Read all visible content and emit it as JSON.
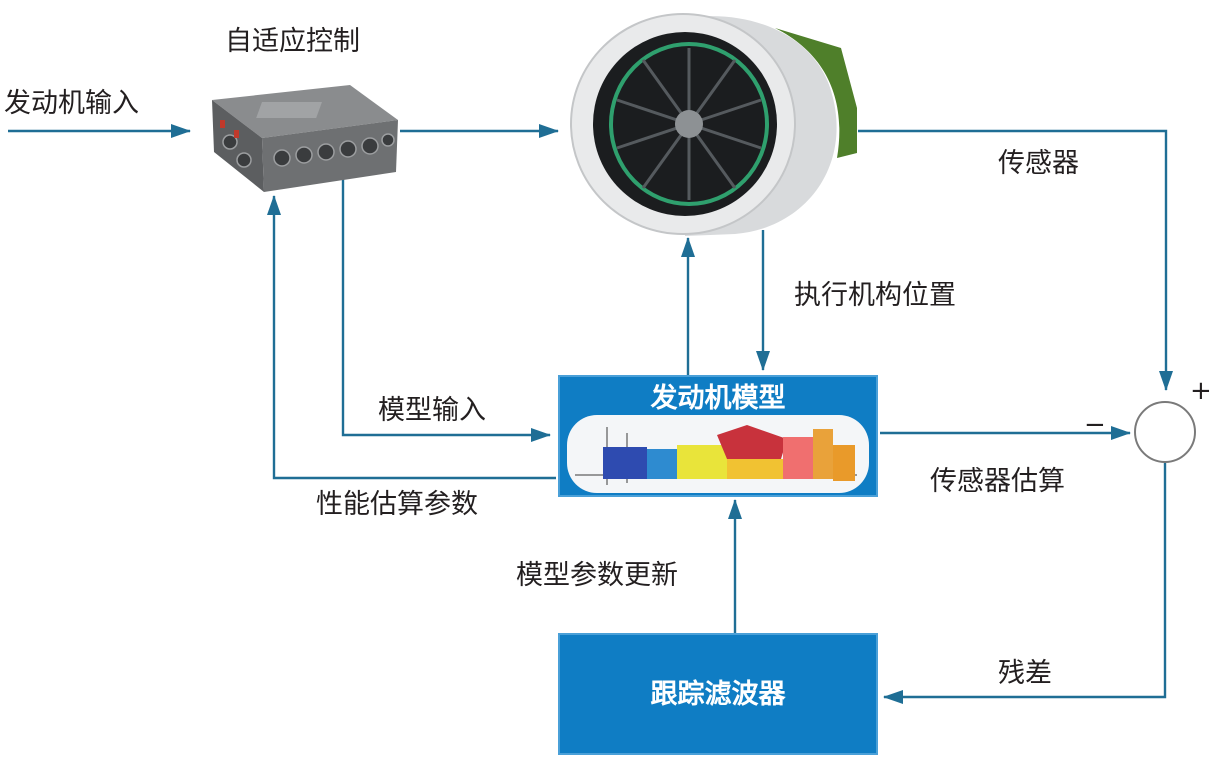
{
  "labels": {
    "engine_input": "发动机输入",
    "adaptive_control": "自适应控制",
    "sensor": "传感器",
    "actuator_position": "执行机构位置",
    "model_input": "模型输入",
    "performance_estimate": "性能估算参数",
    "sensor_estimate": "传感器估算",
    "model_param_update": "模型参数更新",
    "residual": "残差",
    "plus": "+",
    "minus": "−"
  },
  "blocks": {
    "engine_model": {
      "title": "发动机模型"
    },
    "tracking_filter": {
      "title": "跟踪滤波器"
    }
  },
  "colors": {
    "arrow": "#1f6e95",
    "block_fill": "#0f7dc4",
    "block_border": "#4aa0d8",
    "text": "#231f20"
  }
}
